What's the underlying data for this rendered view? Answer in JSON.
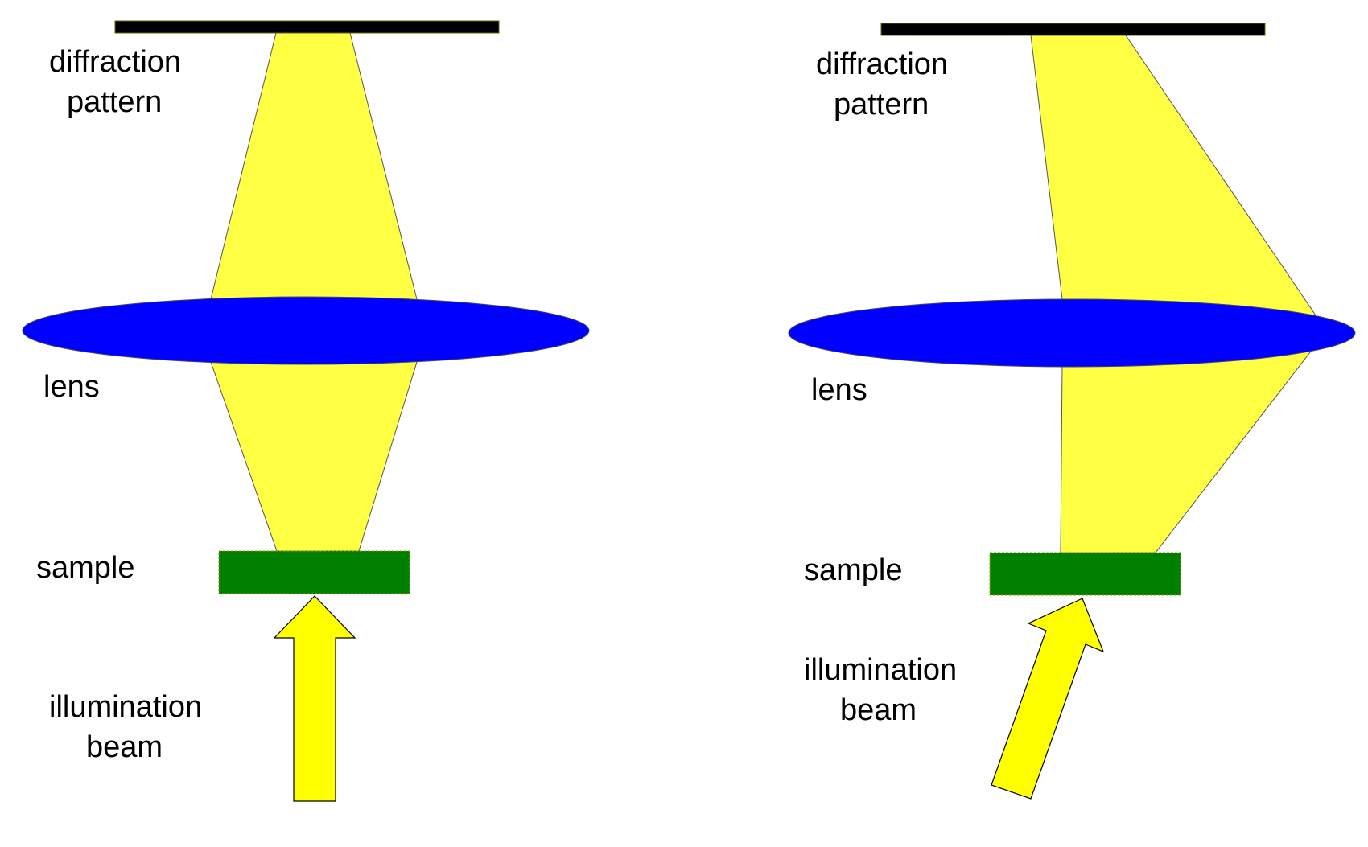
{
  "colors": {
    "beam": "#ffff44",
    "arrow": "#ffff00",
    "lens": "#0000ff",
    "sample": "#008000",
    "screen": "#000000",
    "outline": "#555555",
    "text": "#000000"
  },
  "panels": [
    {
      "id": "normal-incidence",
      "labels": {
        "diffraction_line1": "diffraction",
        "diffraction_line2": "pattern",
        "lens": "lens",
        "sample": "sample",
        "illumination_line1": "illumination",
        "illumination_line2": "beam"
      }
    },
    {
      "id": "oblique-incidence",
      "labels": {
        "diffraction_line1": "diffraction",
        "diffraction_line2": "pattern",
        "lens": "lens",
        "sample": "sample",
        "illumination_line1": "illumination",
        "illumination_line2": "beam"
      }
    }
  ]
}
